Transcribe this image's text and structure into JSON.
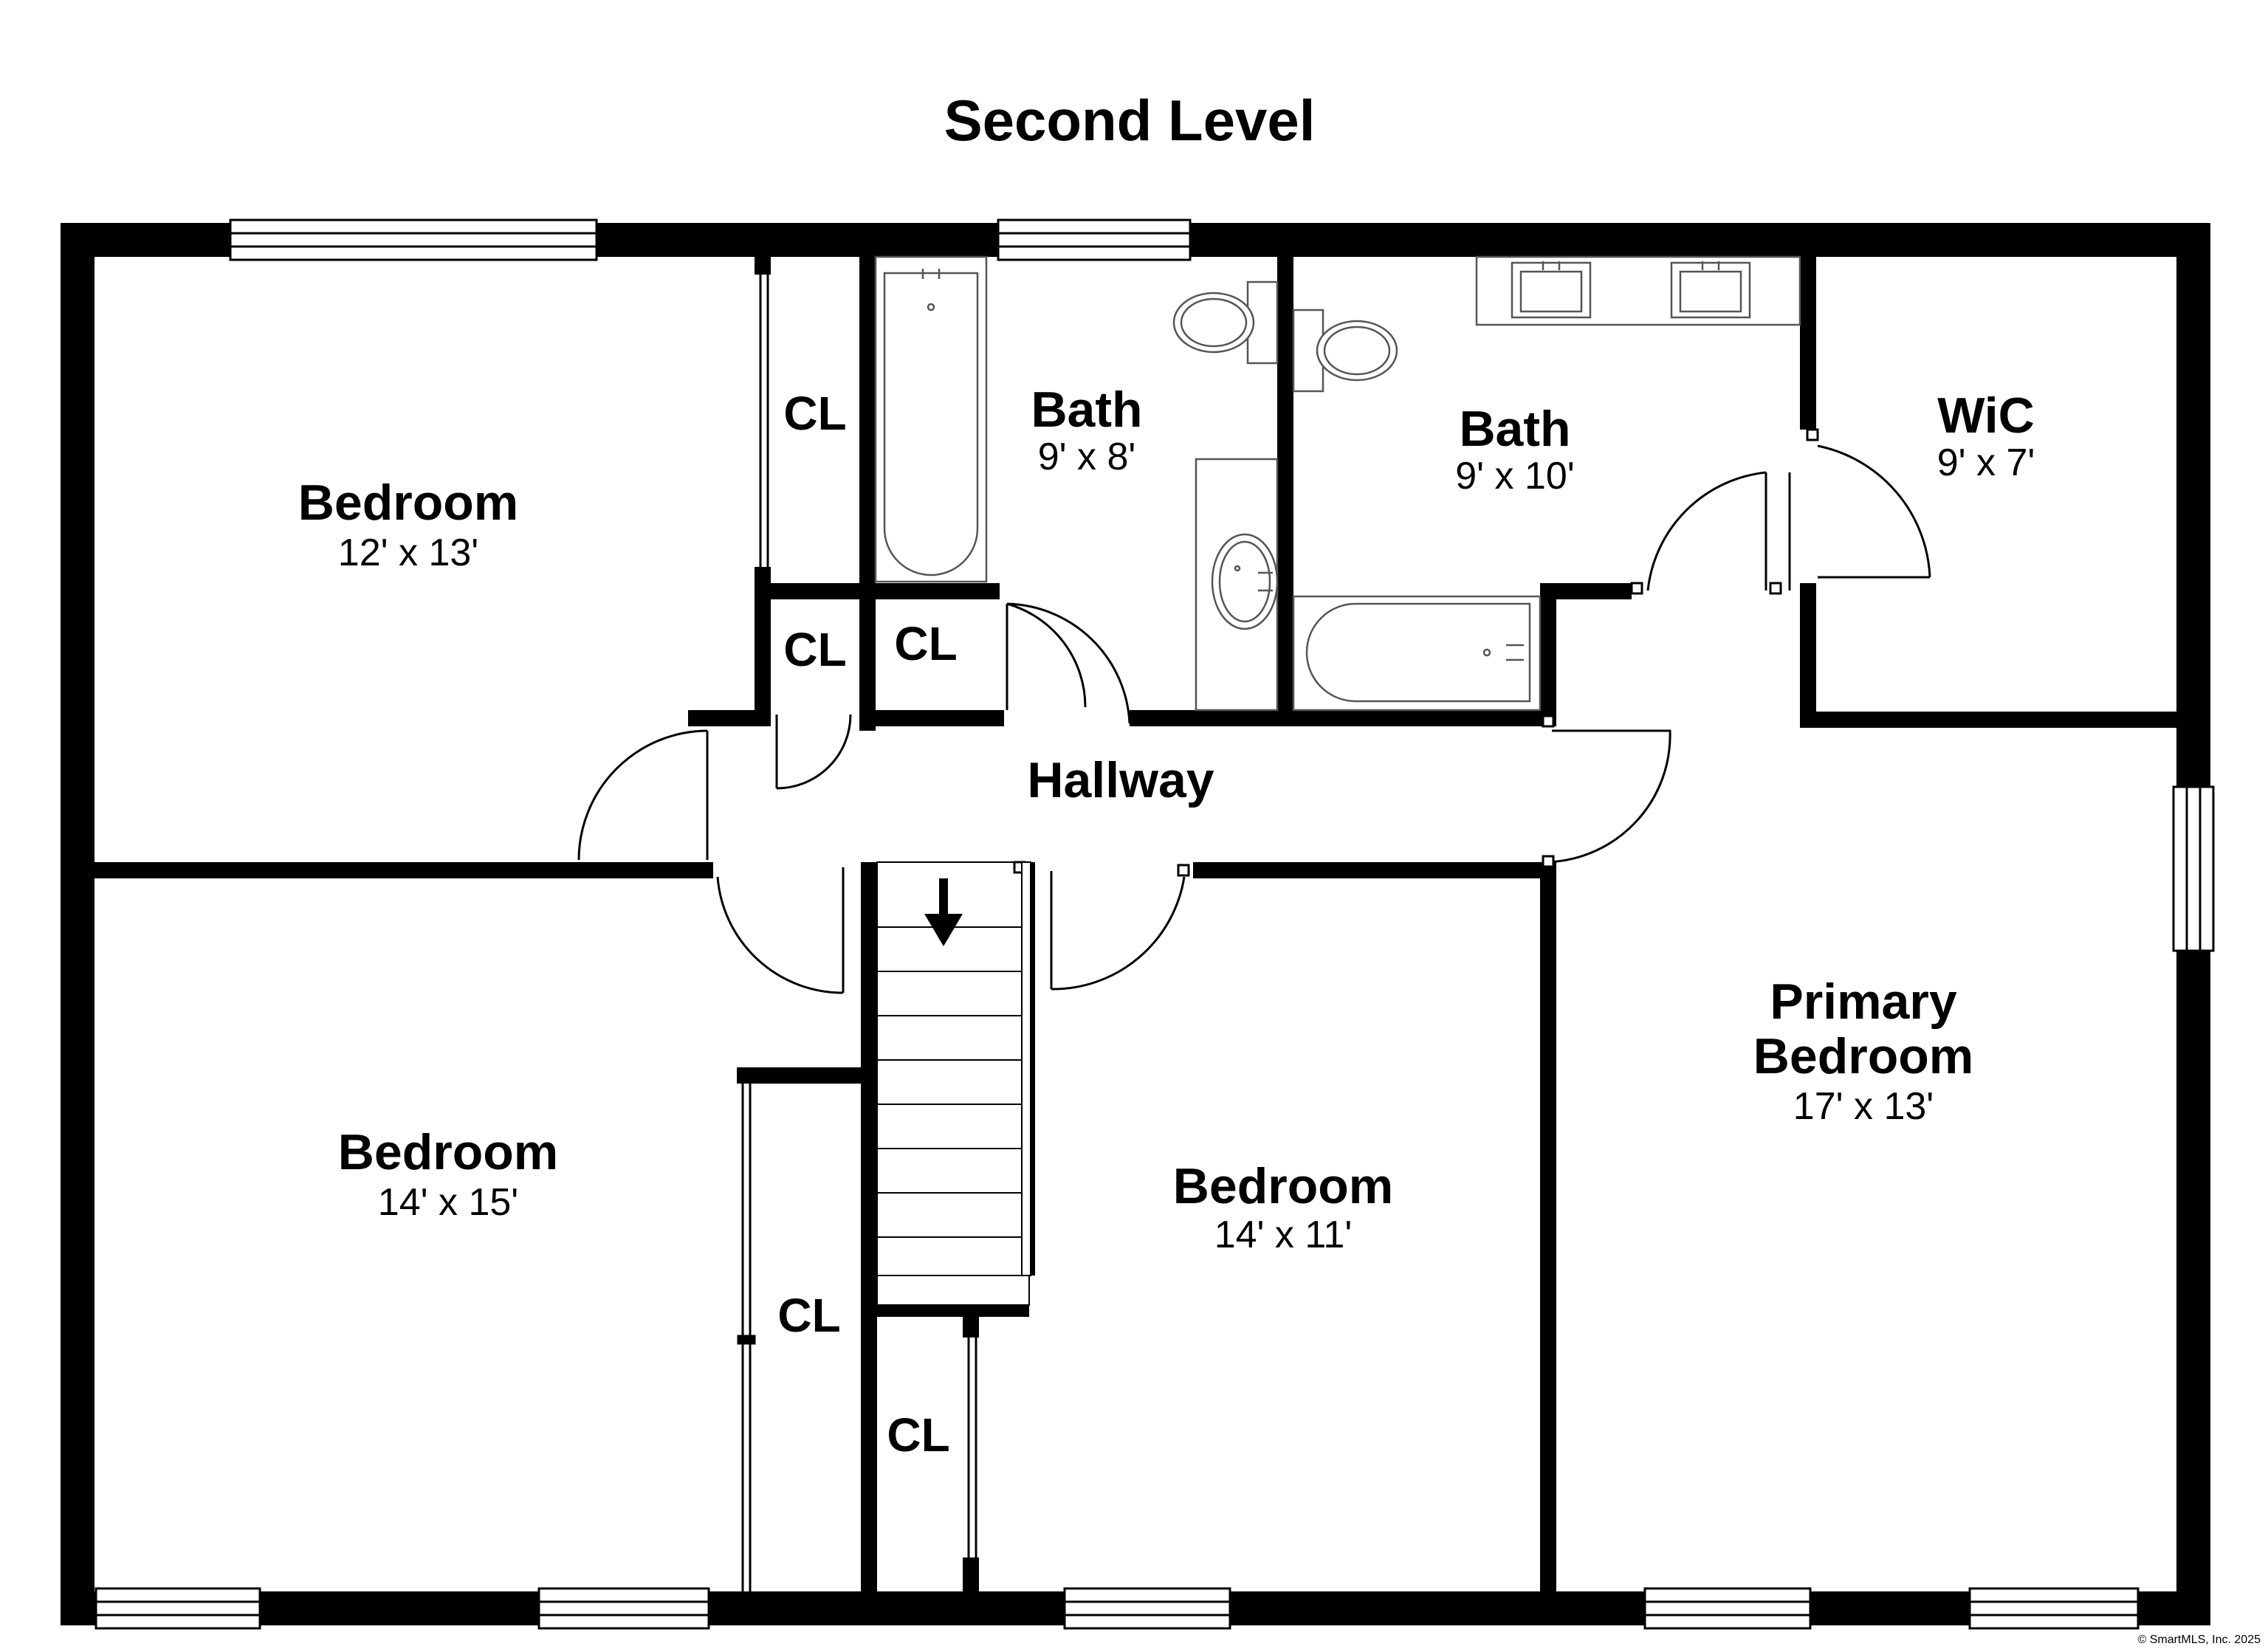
{
  "title": "Second Level",
  "rooms": {
    "bedroom_nw": {
      "name": "Bedroom",
      "dims": "12' x 13'"
    },
    "bath_1": {
      "name": "Bath",
      "dims": "9' x 8'"
    },
    "bath_2": {
      "name": "Bath",
      "dims": "9' x 10'"
    },
    "wic": {
      "name": "WiC",
      "dims": "9' x 7'"
    },
    "hallway": {
      "name": "Hallway"
    },
    "bedroom_sw": {
      "name": "Bedroom",
      "dims": "14' x 15'"
    },
    "bedroom_s": {
      "name": "Bedroom",
      "dims": "14' x 11'"
    },
    "primary": {
      "name_line1": "Primary",
      "name_line2": "Bedroom",
      "dims": "17' x 13'"
    }
  },
  "closets": {
    "cl_1": "CL",
    "cl_2": "CL",
    "cl_3": "CL",
    "cl_4": "CL",
    "cl_5": "CL"
  },
  "copyright": "© SmartMLS, Inc. 2025",
  "colors": {
    "wall": "#000000",
    "background": "#ffffff",
    "fixture": "#555555"
  }
}
